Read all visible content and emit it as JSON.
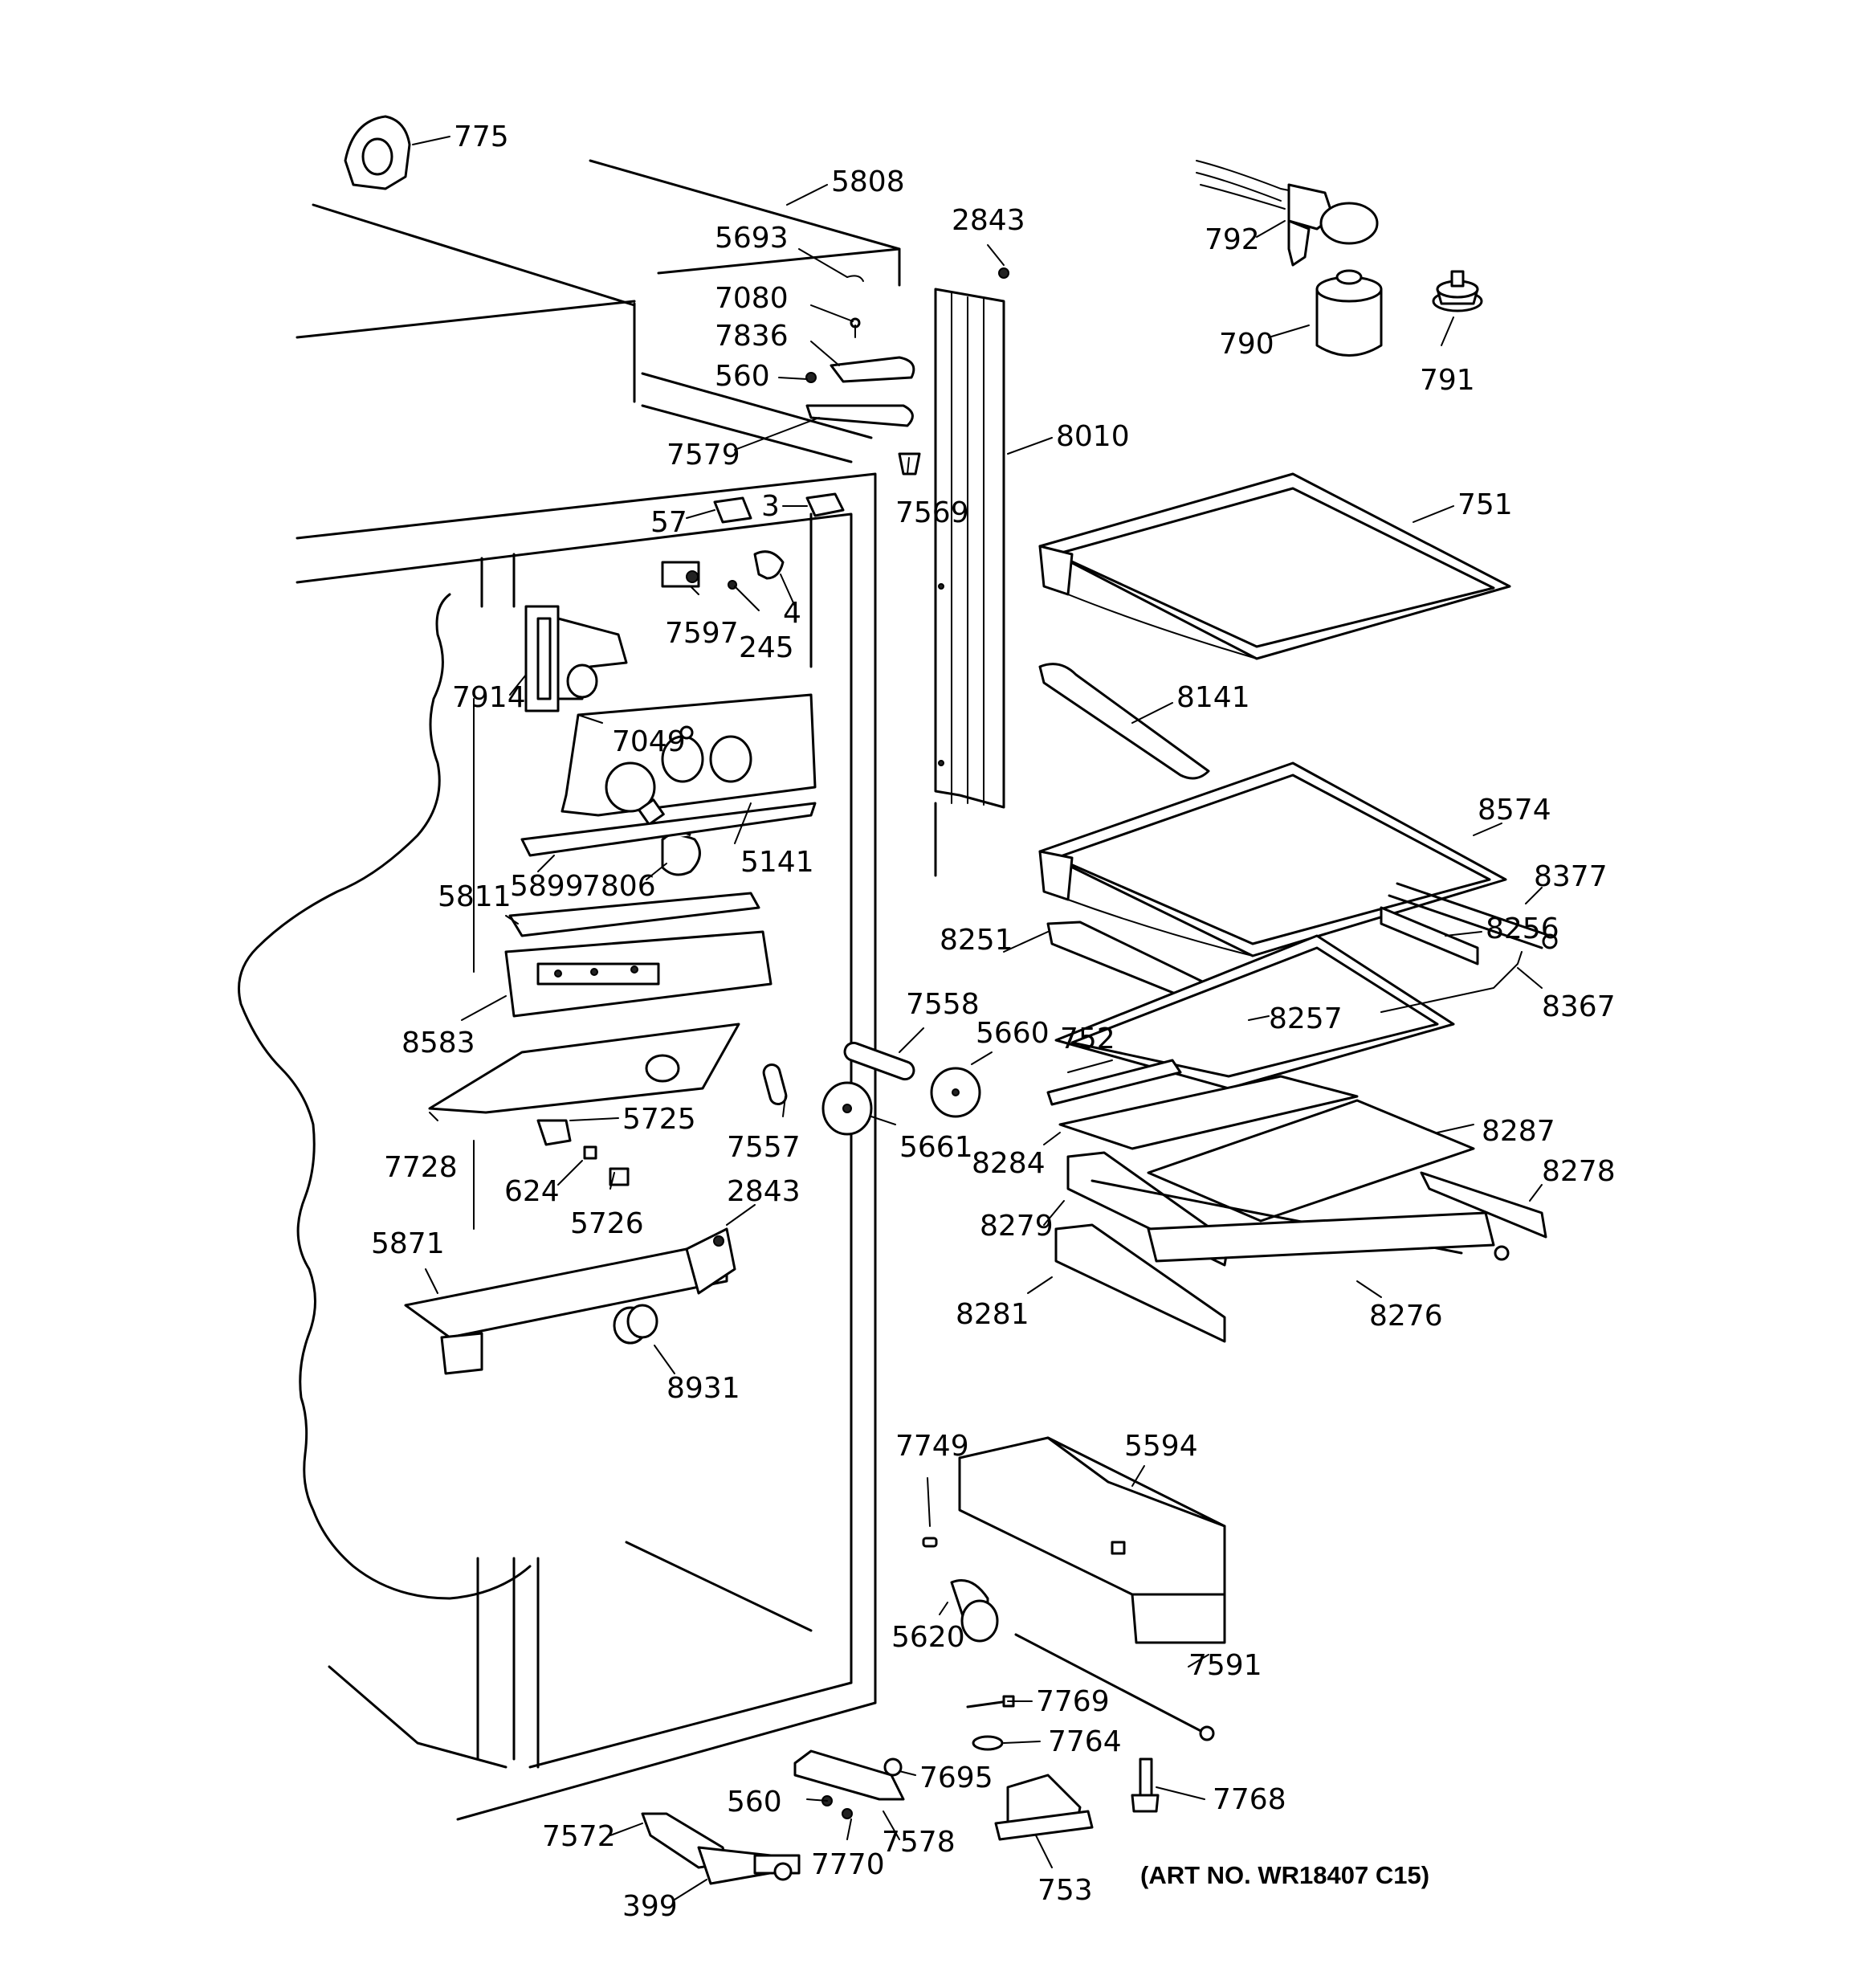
{
  "callouts": [
    {
      "id": "c775",
      "text": "775"
    },
    {
      "id": "c5808",
      "text": "5808"
    },
    {
      "id": "c5693",
      "text": "5693"
    },
    {
      "id": "c2843a",
      "text": "2843"
    },
    {
      "id": "c7080",
      "text": "7080"
    },
    {
      "id": "c7836",
      "text": "7836"
    },
    {
      "id": "c560a",
      "text": "560"
    },
    {
      "id": "c7579",
      "text": "7579"
    },
    {
      "id": "c8010",
      "text": "8010"
    },
    {
      "id": "c7569",
      "text": "7569"
    },
    {
      "id": "c792",
      "text": "792"
    },
    {
      "id": "c790",
      "text": "790"
    },
    {
      "id": "c791",
      "text": "791"
    },
    {
      "id": "c751",
      "text": "751"
    },
    {
      "id": "c57",
      "text": "57"
    },
    {
      "id": "c3",
      "text": "3"
    },
    {
      "id": "c7597",
      "text": "7597"
    },
    {
      "id": "c245",
      "text": "245"
    },
    {
      "id": "c4",
      "text": "4"
    },
    {
      "id": "c7914",
      "text": "7914"
    },
    {
      "id": "c7049",
      "text": "7049"
    },
    {
      "id": "c8141",
      "text": "8141"
    },
    {
      "id": "c8574",
      "text": "8574"
    },
    {
      "id": "c5141",
      "text": "5141"
    },
    {
      "id": "c5899",
      "text": "5899"
    },
    {
      "id": "c7806",
      "text": "7806"
    },
    {
      "id": "c8377",
      "text": "8377"
    },
    {
      "id": "c5811",
      "text": "5811"
    },
    {
      "id": "c8251",
      "text": "8251"
    },
    {
      "id": "c8256",
      "text": "8256"
    },
    {
      "id": "c8367",
      "text": "8367"
    },
    {
      "id": "c8257",
      "text": "8257"
    },
    {
      "id": "c7558",
      "text": "7558"
    },
    {
      "id": "c5660",
      "text": "5660"
    },
    {
      "id": "c752",
      "text": "752"
    },
    {
      "id": "c8583",
      "text": "8583"
    },
    {
      "id": "c5725",
      "text": "5725"
    },
    {
      "id": "c7557",
      "text": "7557"
    },
    {
      "id": "c5661",
      "text": "5661"
    },
    {
      "id": "c8287",
      "text": "8287"
    },
    {
      "id": "c8284",
      "text": "8284"
    },
    {
      "id": "c8278",
      "text": "8278"
    },
    {
      "id": "c7728",
      "text": "7728"
    },
    {
      "id": "c624",
      "text": "624"
    },
    {
      "id": "c2843b",
      "text": "2843"
    },
    {
      "id": "c5726",
      "text": "5726"
    },
    {
      "id": "c8279",
      "text": "8279"
    },
    {
      "id": "c5871",
      "text": "5871"
    },
    {
      "id": "c8281",
      "text": "8281"
    },
    {
      "id": "c8276",
      "text": "8276"
    },
    {
      "id": "c8931",
      "text": "8931"
    },
    {
      "id": "c7749",
      "text": "7749"
    },
    {
      "id": "c5594",
      "text": "5594"
    },
    {
      "id": "c5620",
      "text": "5620"
    },
    {
      "id": "c7591",
      "text": "7591"
    },
    {
      "id": "c7769",
      "text": "7769"
    },
    {
      "id": "c7764",
      "text": "7764"
    },
    {
      "id": "c7695",
      "text": "7695"
    },
    {
      "id": "c560b",
      "text": "560"
    },
    {
      "id": "c7768",
      "text": "7768"
    },
    {
      "id": "c7572",
      "text": "7572"
    },
    {
      "id": "c7578",
      "text": "7578"
    },
    {
      "id": "c7770",
      "text": "7770"
    },
    {
      "id": "c753",
      "text": "753"
    },
    {
      "id": "c399",
      "text": "399"
    }
  ],
  "art_number": "(ART NO. WR18407 C15)"
}
